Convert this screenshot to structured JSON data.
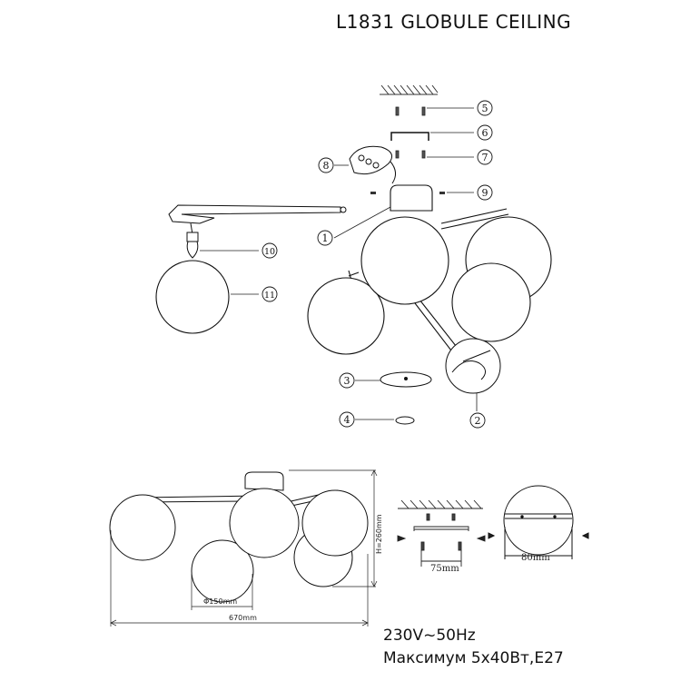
{
  "title": "L1831   GLOBULE CEILING",
  "callouts": [
    "1",
    "2",
    "3",
    "4",
    "5",
    "6",
    "7",
    "8",
    "9",
    "10",
    "11"
  ],
  "dimensions": {
    "height": "H=260mm",
    "globe_diameter": "Φ150mm",
    "width": "670mm",
    "mount_spacing": "75mm",
    "canopy_diameter": "80mm"
  },
  "specs": {
    "voltage": "230V~50Hz",
    "max_power": "Максимум 5x40Вт,E27"
  }
}
